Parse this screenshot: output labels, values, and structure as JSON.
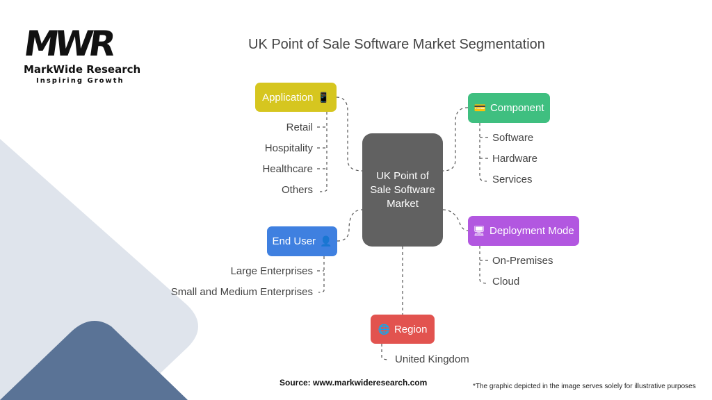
{
  "logo": {
    "mark": "MWR",
    "name": "MarkWide Research",
    "tagline": "Inspiring Growth"
  },
  "title": "UK Point of Sale Software Market Segmentation",
  "center": "UK Point of Sale Software Market",
  "segments": {
    "application": {
      "label": "Application",
      "color": "#d6c61f",
      "items": [
        "Retail",
        "Hospitality",
        "Healthcare",
        "Others"
      ]
    },
    "component": {
      "label": "Component",
      "color": "#3fbf80",
      "items": [
        "Software",
        "Hardware",
        "Services"
      ]
    },
    "end_user": {
      "label": "End User",
      "color": "#3f80e0",
      "items": [
        "Large Enterprises",
        "Small and Medium Enterprises"
      ]
    },
    "deployment": {
      "label": "Deployment Mode",
      "color": "#b257e0",
      "items": [
        "On-Premises",
        "Cloud"
      ]
    },
    "region": {
      "label": "Region",
      "color": "#e2534f",
      "items": [
        "United Kingdom"
      ]
    }
  },
  "source": "Source: www.markwideresearch.com",
  "disclaimer": "*The graphic depicted in the image serves solely for illustrative purposes"
}
